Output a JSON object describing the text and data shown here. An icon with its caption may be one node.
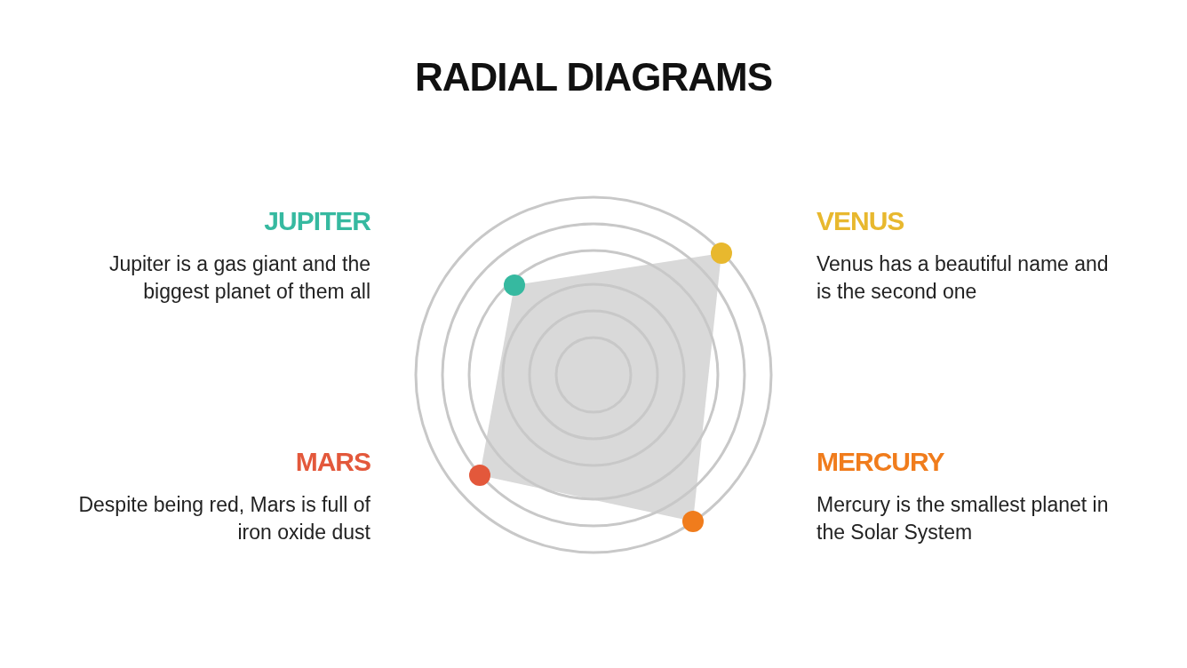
{
  "diagram": {
    "title": "RADIAL DIAGRAMS",
    "labels": [
      "JUPITER",
      "Jupiter is a gas giant and the biggest planet of them all",
      "VENUS",
      "Venus has a beautiful name and is the second one",
      "MARS",
      "Despite being red, Mars is full of iron oxide dust",
      "MERCURY",
      "Mercury is the smallest planet in the Solar System"
    ]
  }
}
